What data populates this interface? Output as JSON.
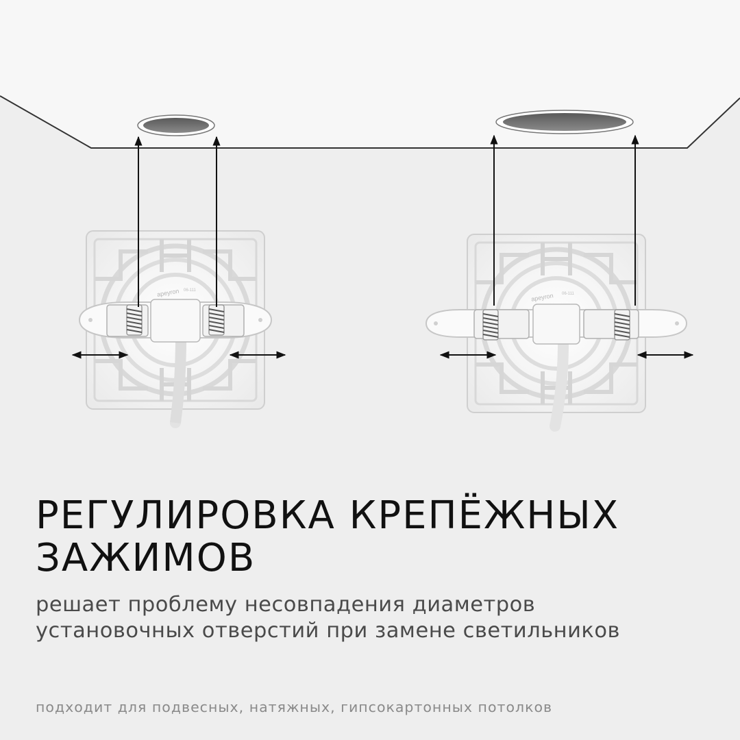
{
  "headline": {
    "line1": "РЕГУЛИРОВКА КРЕПЁЖНЫХ",
    "line2": "ЗАЖИМОВ"
  },
  "subheadline": {
    "line1": "решает проблему несовпадения диаметров",
    "line2": "установочных отверстий при замене светильников"
  },
  "footer_note": "подходит для подвесных, натяжных, гипсокартонных потолков",
  "fixture_marking": {
    "brand": "apeyron",
    "model": "06-111"
  },
  "colors": {
    "background": "#eeeeee",
    "ceiling": "#f7f7f7",
    "ceiling_edge": "#333333",
    "hole": "#6e6e6e",
    "arrow": "#111111",
    "headline": "#111111",
    "subheadline": "#4a4a4a",
    "footer": "#8a8a8a"
  },
  "icons": [
    "ceiling-hole",
    "led-panel",
    "mounting-clip",
    "spring",
    "double-arrow",
    "up-arrow"
  ]
}
